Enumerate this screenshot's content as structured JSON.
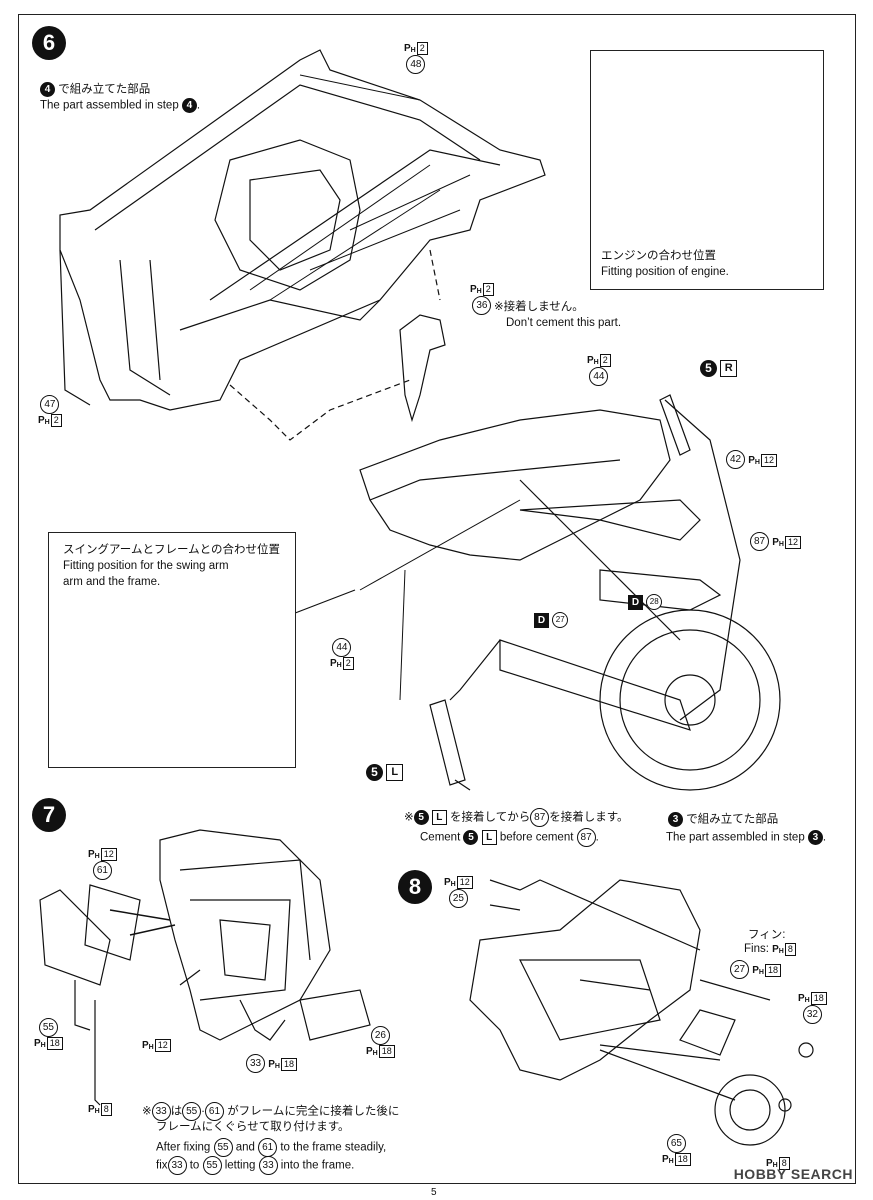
{
  "page": {
    "number": "5",
    "watermark": "HOBBY SEARCH"
  },
  "steps": {
    "s6": "6",
    "s7": "7",
    "s8": "8"
  },
  "step6": {
    "assembled_jp": "で組み立てた部品",
    "assembled_en": "The part assembled in step",
    "assembled_ref": "4",
    "inset_engine_jp": "エンジンの合わせ位置",
    "inset_engine_en": "Fitting position of engine.",
    "inset_swing_jp": "スイングアームとフレームとの合わせ位置",
    "inset_swing_en1": "Fitting position for the swing arm",
    "inset_swing_en2": "arm and the frame.",
    "note36_jp": "※接着しません。",
    "note36_en": "Don’t cement this part.",
    "cement_jp": "を接着してから",
    "cement_jp2": "を接着します。",
    "cement_en1": "Cement",
    "cement_en2": "before cement",
    "assembled3_jp": "で組み立てた部品",
    "assembled3_en": "The part assembled in step",
    "assembled3_ref": "3",
    "ref5": "5",
    "ref5b": "5",
    "ref5c": "5",
    "letter_R": "R",
    "letter_L": "L",
    "letter_L2": "L",
    "letter_D1": "D",
    "letter_D2": "D"
  },
  "step7": {
    "note_prefix": "※",
    "note_jp1": "は",
    "note_jp2": "がフレームに完全に接着した後に",
    "note_jp3": "フレームにくぐらせて取り付けます。",
    "note_en1a": "After fixing",
    "note_en1b": "and",
    "note_en1c": "to the frame steadily,",
    "note_en2a": "fix",
    "note_en2b": "to",
    "note_en2c": "letting",
    "note_en2d": "into the frame."
  },
  "step8": {
    "fin_jp": "フィン:",
    "fin_en": "Fins:"
  },
  "parts": {
    "p48": "48",
    "p36": "36",
    "p47": "47",
    "p44a": "44",
    "p44b": "44",
    "p42": "42",
    "p87": "87",
    "p27": "27",
    "p28": "28",
    "p61": "61",
    "p55": "55",
    "p33": "33",
    "p26": "26",
    "p25": "25",
    "p27b": "27",
    "p32": "32",
    "p65": "65",
    "p87ref": "87",
    "p33a": "33",
    "p55a": "55",
    "p61a": "61",
    "p55b": "55",
    "p61b": "61",
    "p33b": "33",
    "p55c": "55",
    "p33c": "33"
  },
  "sprue": {
    "ph": "P",
    "h": "H",
    "n2": "2",
    "n12": "12",
    "n18": "18",
    "n8": "8"
  }
}
